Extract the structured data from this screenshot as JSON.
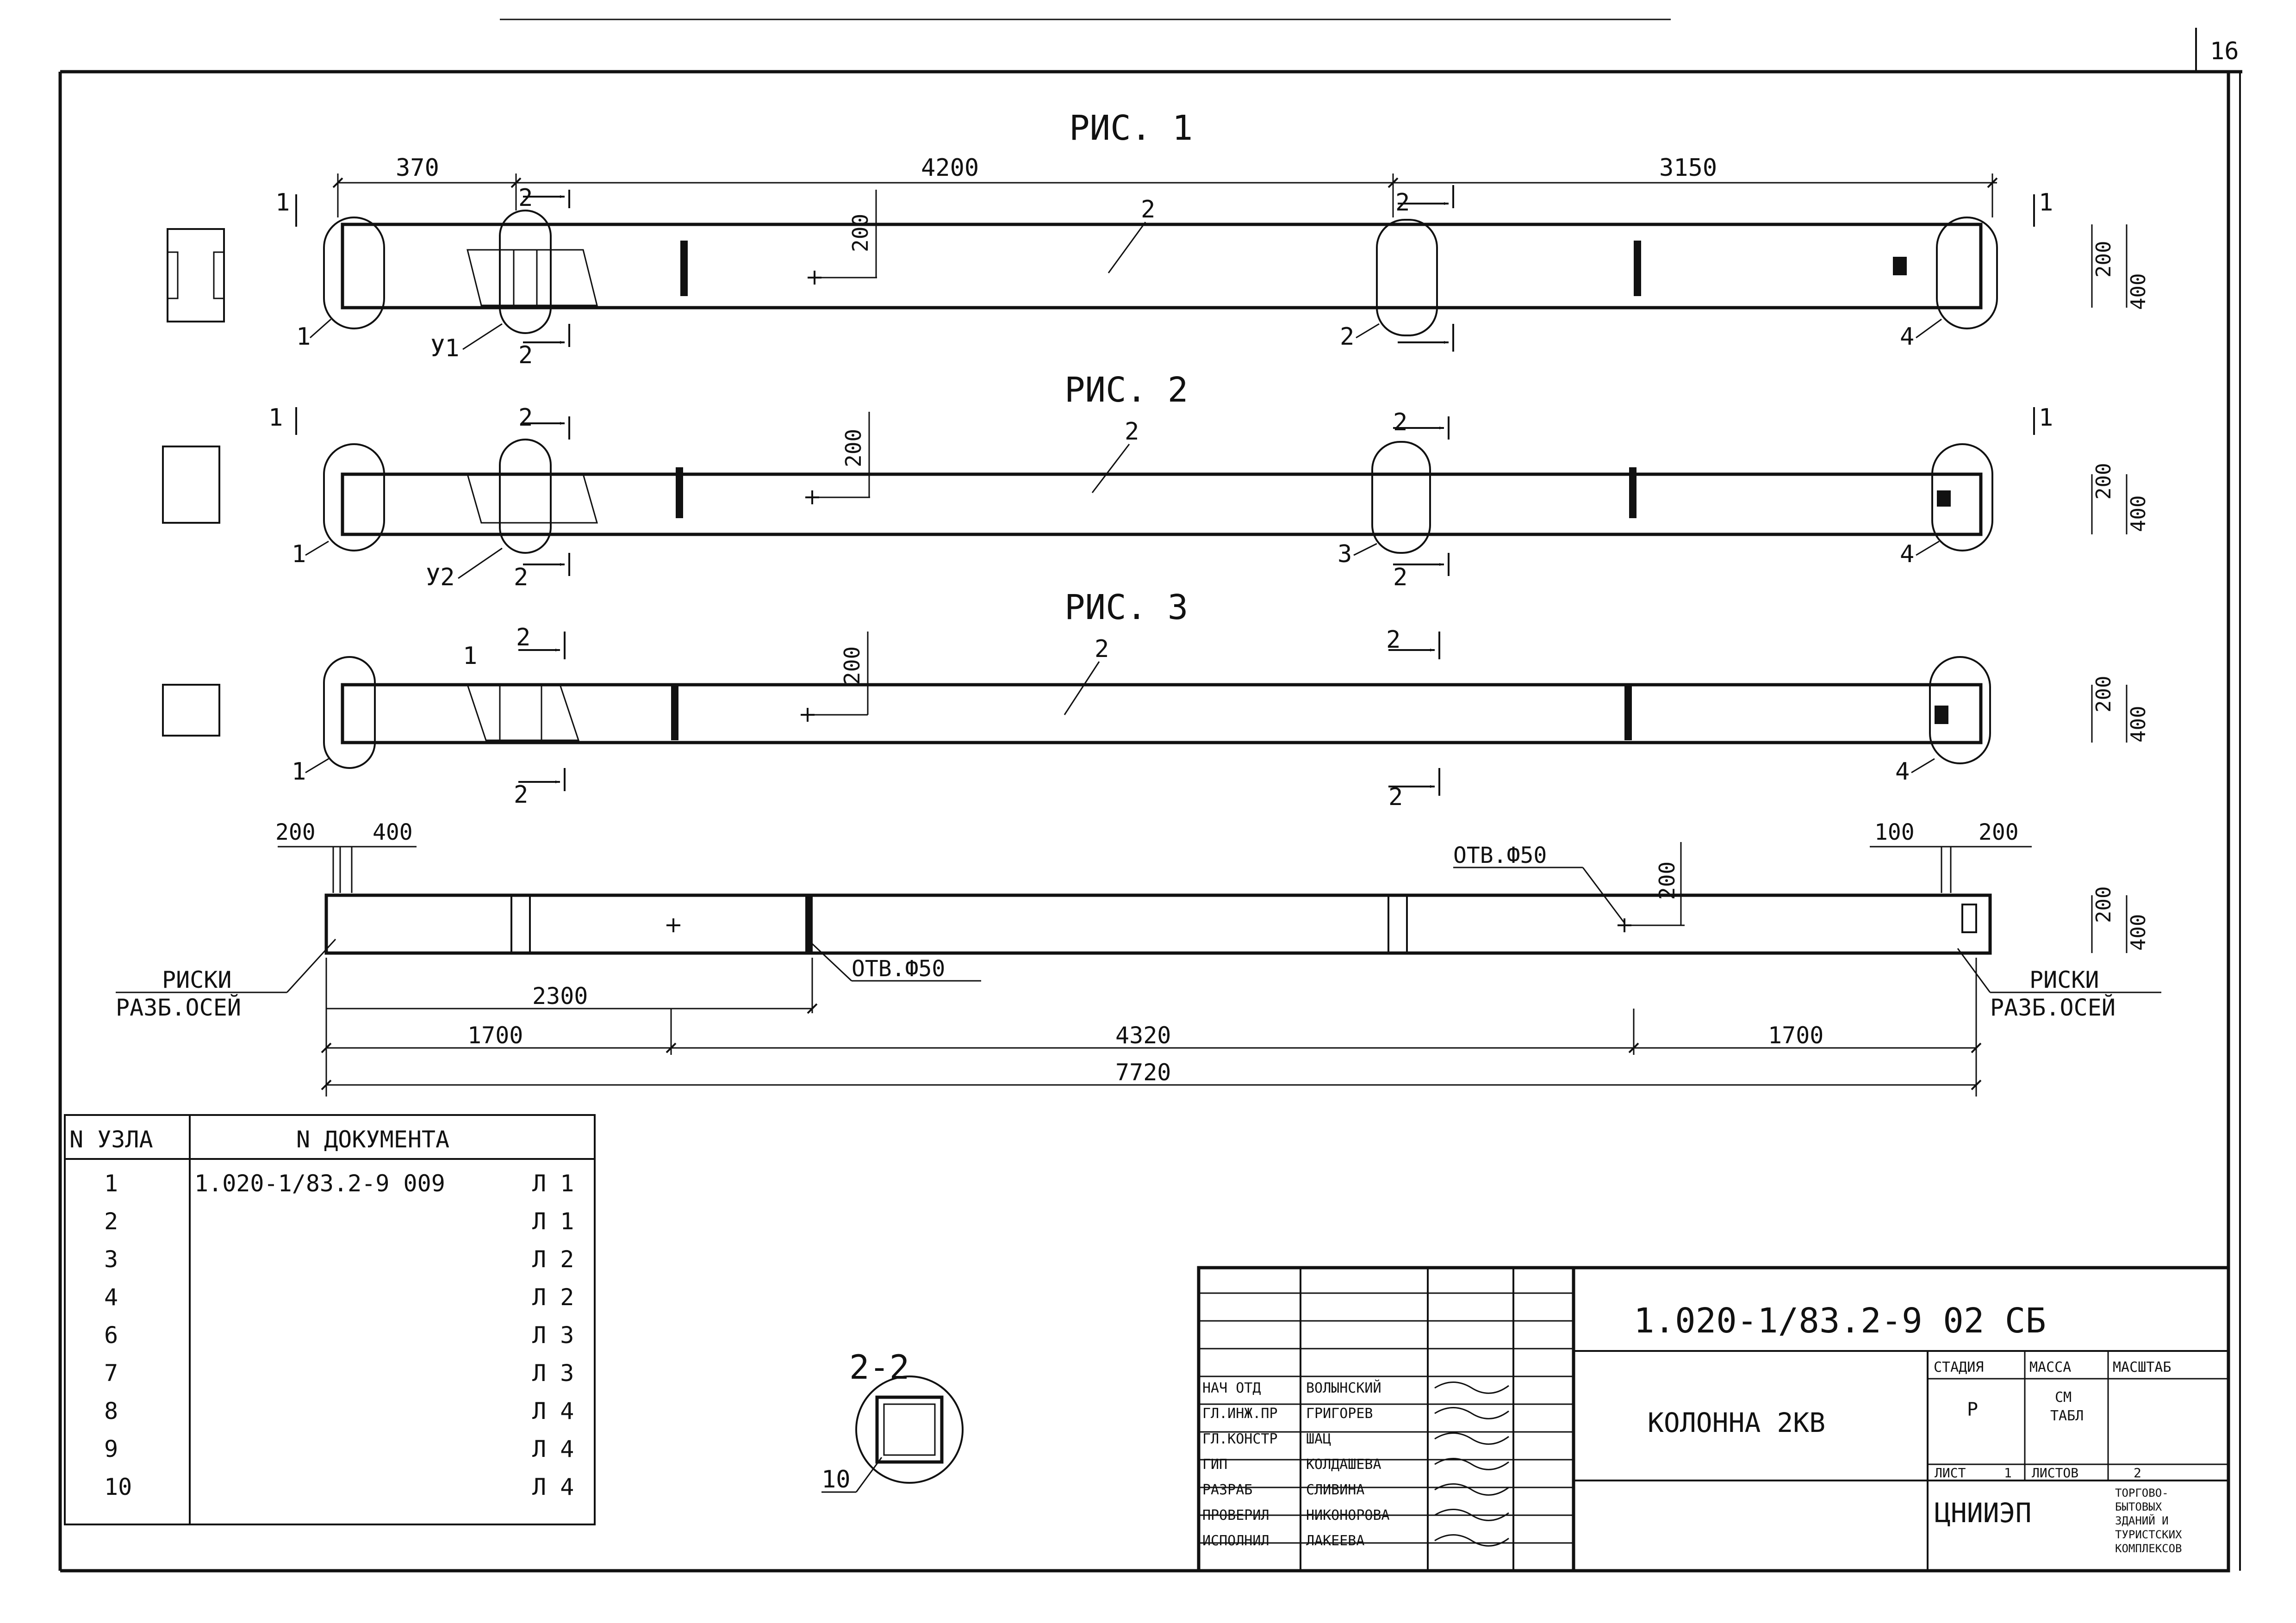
{
  "sheet": {
    "page_number": "16",
    "figures": [
      "РИС. 1",
      "РИС. 2",
      "РИС. 3"
    ]
  },
  "fig1": {
    "dims": [
      "370",
      "4200",
      "3150"
    ],
    "dim_height": "200",
    "right_dims": [
      "200",
      "400"
    ],
    "callouts": [
      "1",
      "2",
      "2",
      "1",
      "2",
      "1",
      "У1",
      "2",
      "2",
      "4"
    ]
  },
  "fig2": {
    "dim_height": "200",
    "right_dims": [
      "200",
      "400"
    ],
    "callouts": [
      "1",
      "2",
      "2",
      "1",
      "2",
      "1",
      "У2",
      "2",
      "3",
      "2",
      "4"
    ]
  },
  "fig3": {
    "dim_height": "200",
    "right_dims": [
      "200",
      "400"
    ],
    "callouts": [
      "2",
      "1",
      "2",
      "2",
      "1",
      "2",
      "2",
      "4"
    ]
  },
  "elevation": {
    "top_left_dims": [
      "200",
      "400"
    ],
    "top_right_dims": [
      "100",
      "200"
    ],
    "hole_label": "ОТВ.Ф50",
    "hole_dim": "200",
    "right_dims": [
      "200",
      "400"
    ],
    "marks_line1": "РИСКИ",
    "marks_line2": "РАЗБ.ОСЕЙ",
    "dim_2300": "2300",
    "dims_row": [
      "1700",
      "4320",
      "1700"
    ],
    "total": "7720"
  },
  "node_table": {
    "headers": [
      "N УЗЛА",
      "N ДОКУМЕНТА"
    ],
    "rows": [
      {
        "node": "1",
        "doc": "1.020-1/83.2-9 009",
        "sheet": "Л 1"
      },
      {
        "node": "2",
        "doc": "",
        "sheet": "Л 1"
      },
      {
        "node": "3",
        "doc": "",
        "sheet": "Л 2"
      },
      {
        "node": "4",
        "doc": "",
        "sheet": "Л 2"
      },
      {
        "node": "6",
        "doc": "",
        "sheet": "Л 3"
      },
      {
        "node": "7",
        "doc": "",
        "sheet": "Л 3"
      },
      {
        "node": "8",
        "doc": "",
        "sheet": "Л 4"
      },
      {
        "node": "9",
        "doc": "",
        "sheet": "Л 4"
      },
      {
        "node": "10",
        "doc": "",
        "sheet": "Л 4"
      }
    ]
  },
  "section": {
    "label": "2-2",
    "callout": "10"
  },
  "title_block": {
    "code": "1.020-1/83.2-9 02 СБ",
    "name": "КОЛОННА 2КВ",
    "stage_header": "СТАДИЯ",
    "mass_header": "МАССА",
    "scale_header": "МАСШТАБ",
    "stage": "Р",
    "mass_line1": "СМ",
    "mass_line2": "ТАБЛ",
    "sheet_label": "ЛИСТ",
    "sheet_num": "1",
    "sheets_label": "ЛИСТОВ",
    "sheets_num": "2",
    "org": "ЦНИИЭП",
    "org_sub": [
      "ТОРГОВО-",
      "БЫТОВЫХ",
      "ЗДАНИЙ И",
      "ТУРИСТСКИХ",
      "КОМПЛЕКСОВ"
    ],
    "people": [
      {
        "role": "НАЧ ОТД",
        "name": "ВОЛЫНСКИЙ"
      },
      {
        "role": "ГЛ.ИНЖ.ПР",
        "name": "ГРИГОРЕВ"
      },
      {
        "role": "ГЛ.КОНСТР",
        "name": "ШАЦ"
      },
      {
        "role": "ГИП",
        "name": "КОЛДАШЕВА"
      },
      {
        "role": "РАЗРАБ",
        "name": "СЛИВИНА"
      },
      {
        "role": "ПРОВЕРИЛ",
        "name": "НИКОНОРОВА"
      },
      {
        "role": "ИСПОЛНИЛ",
        "name": "ЛАКЕЕВА"
      }
    ]
  }
}
